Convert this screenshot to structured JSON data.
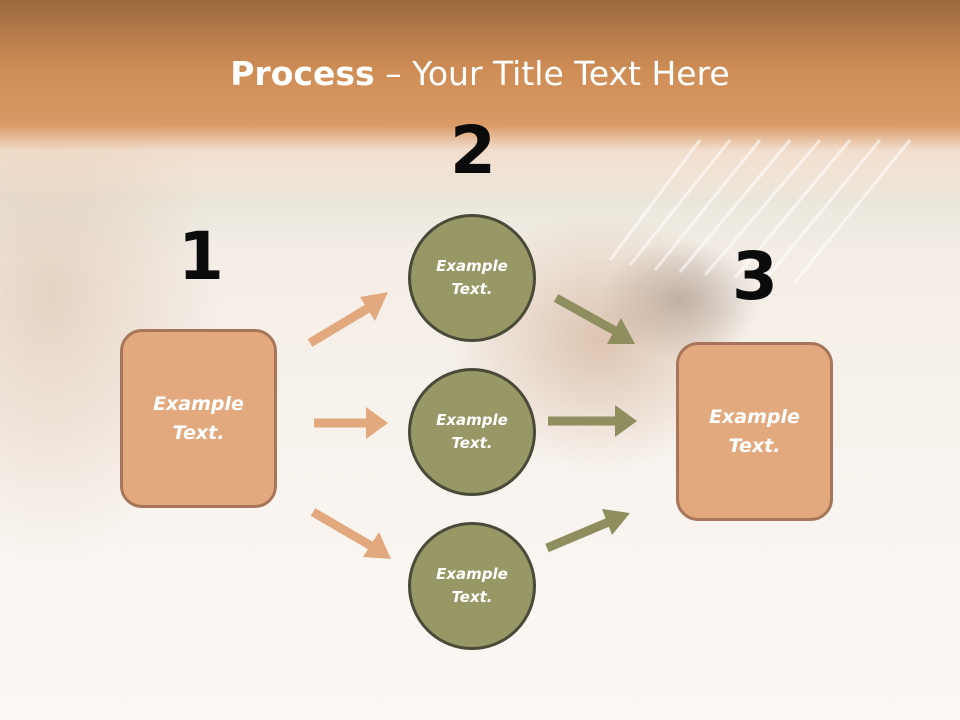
{
  "title": {
    "bold": "Process",
    "rest": " – Your Title Text Here"
  },
  "numbers": [
    "1",
    "2",
    "3"
  ],
  "step1": {
    "label": "Example\nText."
  },
  "step2": {
    "labels": [
      "Example\nText.",
      "Example\nText.",
      "Example\nText."
    ]
  },
  "step3": {
    "label": "Example\nText."
  },
  "colors": {
    "box_fill": "#e2a97f",
    "box_border": "#a7765a",
    "circle_fill": "#979866",
    "circle_border": "#4a4a38",
    "orange_arrow": "#e2a97f",
    "green_arrow": "#8e8e5e"
  }
}
